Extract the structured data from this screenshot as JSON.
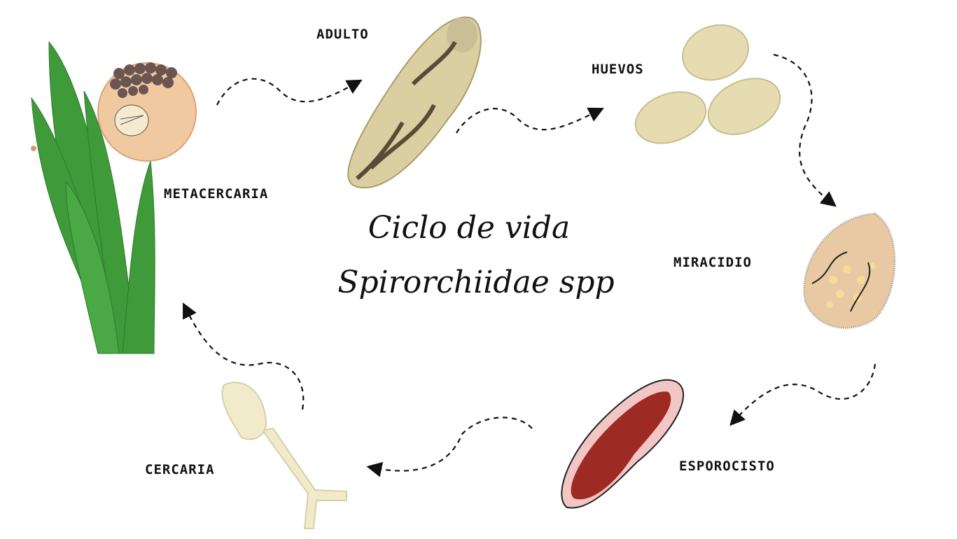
{
  "title": {
    "line1": "Ciclo de vida",
    "line2": "Spirorchiidae spp"
  },
  "stages": {
    "adulto": "ADULTO",
    "huevos": "HUEVOS",
    "miracidio": "MIRACIDIO",
    "esporocisto": "ESPOROCISTO",
    "cercaria": "CERCARIA",
    "metacercaria": "METACERCARIA"
  },
  "colors": {
    "plant": "#3f9a3a",
    "cyst": "#f1c9a0",
    "adult": "#d9cfa0",
    "egg": "#e6dcb2",
    "miracidium": "#e8c9a3",
    "sporocyst": "#9e2a24",
    "cercaria": "#f1ebcc"
  }
}
